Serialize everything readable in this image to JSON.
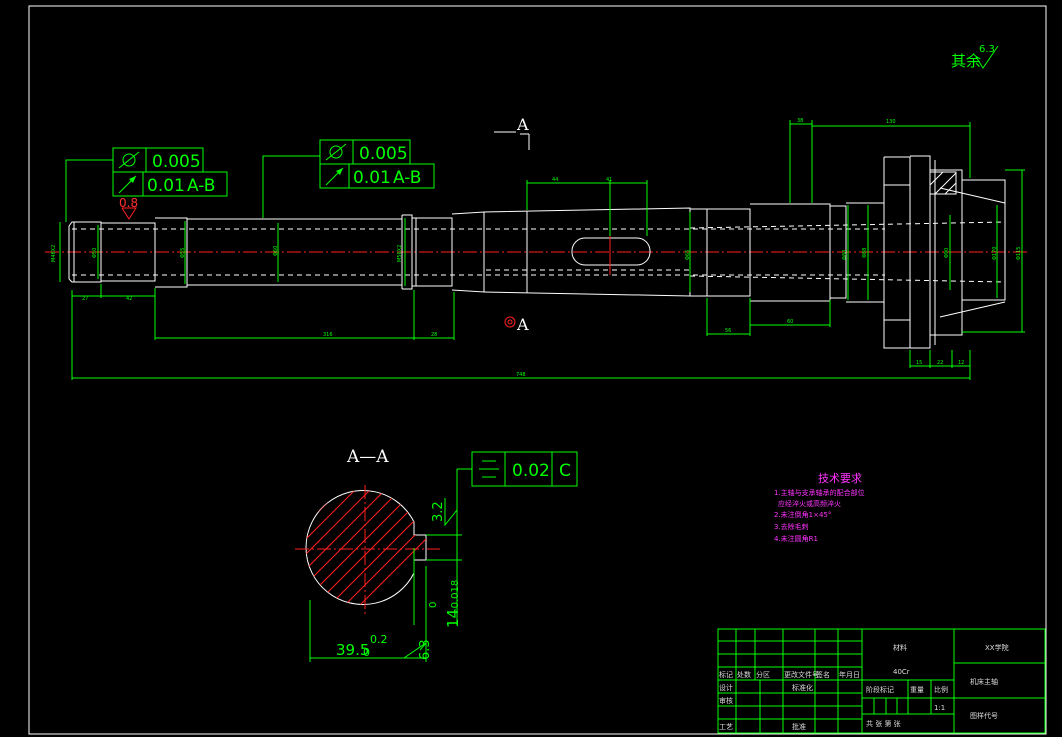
{
  "surface_finish": {
    "symbol_label": "其余",
    "value": "6.3"
  },
  "section_marker": {
    "letter_top": "A",
    "letter_bottom": "A"
  },
  "section_view": {
    "title": "A—A",
    "dim_width": "39.5",
    "dim_width_tol": "0.2",
    "dim_width_tol_low": "0",
    "dim_key": "14",
    "dim_key_tol_up": "0",
    "dim_key_tol_low": "-0.018",
    "rough_top": "3.2",
    "rough_bottom": "6.3"
  },
  "fcf_left": {
    "row1_value": "0.005",
    "row2_value": "0.01",
    "row2_datum": "A-B",
    "rough": "0.8"
  },
  "fcf_right": {
    "row1_value": "0.005",
    "row2_value": "0.01",
    "row2_datum": "A-B"
  },
  "fcf_section": {
    "value": "0.02",
    "datum": "C"
  },
  "dims": {
    "d27": "27",
    "d42": "42",
    "d316": "316",
    "d28": "28",
    "d1total": "748",
    "d44": "44",
    "d41": "41",
    "d38": "38",
    "d130": "130",
    "d56": "56",
    "d60": "60",
    "d15": "15",
    "d22": "22",
    "d12": "12",
    "v1": "M48X2",
    "v2": "Φ50",
    "v3": "Φ55",
    "v4": "Φ60",
    "v5": "M56X2",
    "v6": "Φ65",
    "v7": "Φ80",
    "v8": "Φ88",
    "v9": "Φ90",
    "v10": "Φ170",
    "v11": "Φ115"
  },
  "tech_requirements": {
    "title": "技术要求",
    "items": [
      "1.主轴与支承轴承的配合部位",
      "应经淬火或高频淬火",
      "2.未注倒角1×45°",
      "3.去除毛刺",
      "4.未注圆角R1"
    ]
  },
  "title_block": {
    "school": "XX学院",
    "part_name": "机床主轴",
    "drawing_no": "图样代号",
    "material_label": "材料",
    "material": "40Cr",
    "scale": "1:1",
    "row_labels": [
      "标记",
      "处数",
      "分区",
      "更改文件号",
      "签名",
      "年月日"
    ],
    "left_labels": [
      "设计",
      "审核",
      "工艺"
    ],
    "std": "标准化",
    "approve": "批准",
    "stage_label": "阶段标记",
    "weight_label": "重量",
    "scale_label": "比例",
    "sheets": "共  张  第  张"
  }
}
